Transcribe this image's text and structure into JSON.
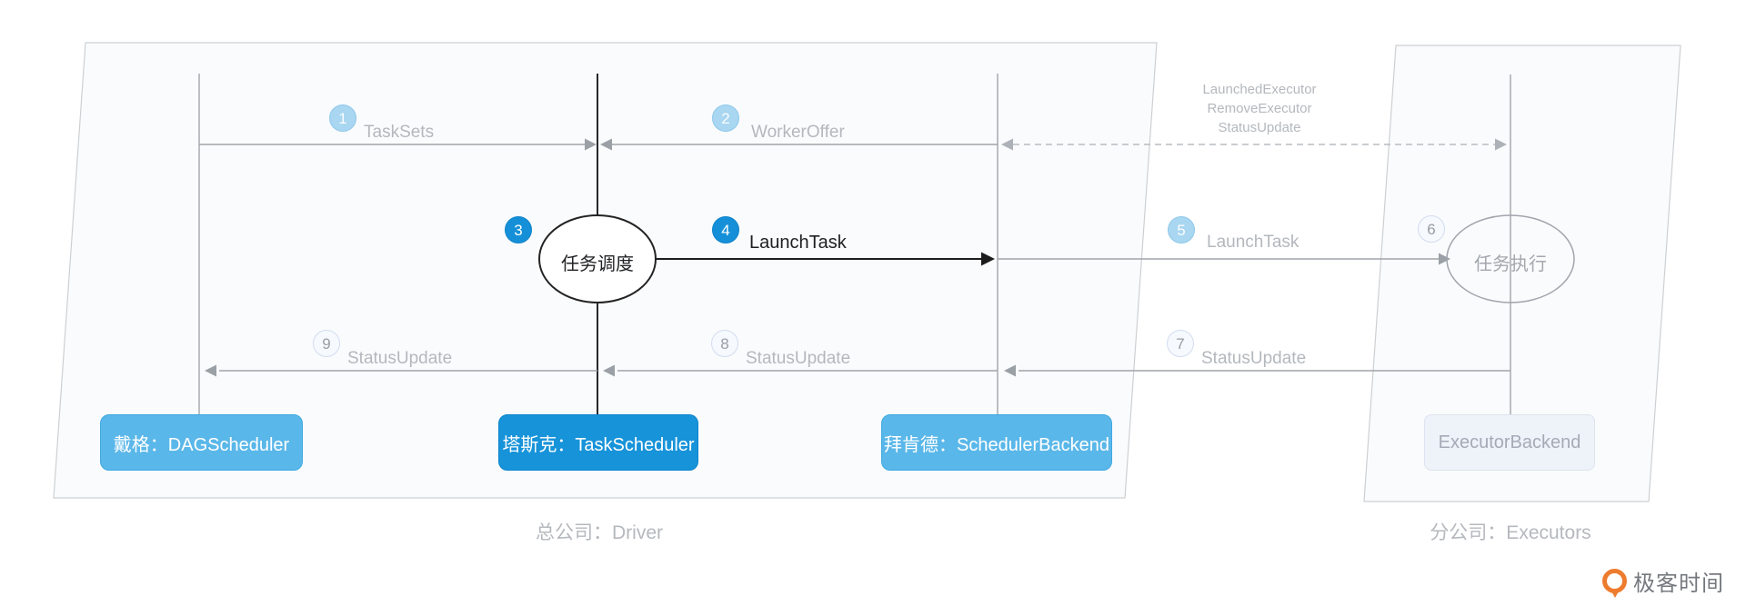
{
  "regions": {
    "driver": "总公司：Driver",
    "executors": "分公司：Executors"
  },
  "boxes": {
    "dag": "戴格：DAGScheduler",
    "task": "塔斯克：TaskScheduler",
    "backend": "拜肯德：SchedulerBackend",
    "executor": "ExecutorBackend"
  },
  "steps": [
    {
      "num": "1",
      "label": "TaskSets"
    },
    {
      "num": "2",
      "label": "WorkerOffer"
    },
    {
      "num": "3",
      "label": "任务调度"
    },
    {
      "num": "4",
      "label": "LaunchTask"
    },
    {
      "num": "5",
      "label": "LaunchTask"
    },
    {
      "num": "6",
      "label": "任务执行"
    },
    {
      "num": "7",
      "label": "StatusUpdate"
    },
    {
      "num": "8",
      "label": "StatusUpdate"
    },
    {
      "num": "9",
      "label": "StatusUpdate"
    }
  ],
  "dashed_messages": [
    "LaunchedExecutor",
    "RemoveExecutor",
    "StatusUpdate"
  ],
  "logo": {
    "text": "极客时间"
  },
  "colors": {
    "primary_blue": "#1590d8",
    "light_blue": "#5ab7e9",
    "badge_light_blue": "#a9d6f0",
    "pale_badge_fill": "#f6f9fd",
    "grey_text": "#b4b8bd",
    "arrow_grey": "#9fa4aa",
    "arrow_black": "#1c1c1c",
    "logo_orange": "#ee7c2f"
  }
}
